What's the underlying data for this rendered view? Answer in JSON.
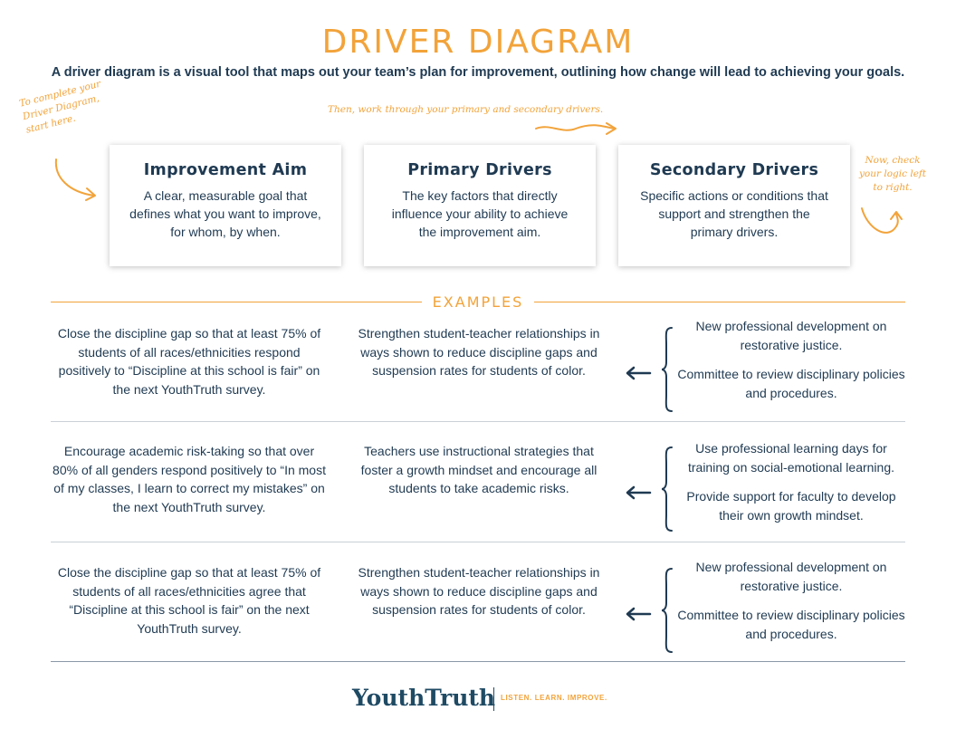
{
  "header": {
    "title": "DRIVER DIAGRAM",
    "subtitle": "A driver diagram is a visual tool that maps out your team’s plan for improvement, outlining how change will lead to achieving your goals."
  },
  "notes": {
    "left": "To complete your Driver Diagram, start here.",
    "top": "Then, work through your primary and secondary drivers.",
    "right": "Now, check your logic left to right."
  },
  "cards": [
    {
      "title": "Improvement Aim",
      "text": "A clear, measurable goal that defines what you want to improve, for whom, by when."
    },
    {
      "title": "Primary Drivers",
      "text": "The key factors that directly influence your ability to achieve the improvement aim."
    },
    {
      "title": "Secondary Drivers",
      "text": "Specific actions or conditions that support and strengthen the primary drivers."
    }
  ],
  "examples_label": "EXAMPLES",
  "examples": [
    {
      "aim": "Close the discipline gap so that at least 75% of students of all races/ethnicities respond positively to “Discipline at this school is fair” on the next YouthTruth survey.",
      "primary": "Strengthen student-teacher relationships in ways shown to reduce discipline gaps and suspension rates for students of color.",
      "secondary": [
        "New professional development on restorative justice.",
        "Committee to review disciplinary policies and procedures."
      ]
    },
    {
      "aim": "Encourage academic risk-taking so that over 80% of all genders respond positively to “In most of my classes, I learn to correct my mistakes” on the next YouthTruth survey.",
      "primary": "Teachers use instructional strategies that foster a growth mindset and encourage all students to take academic risks.",
      "secondary": [
        "Use professional learning days for training on social-emotional learning.",
        "Provide support for faculty to develop their own growth mindset."
      ]
    },
    {
      "aim": "Close the discipline gap so that at least 75% of students of all races/ethnicities agree that “Discipline at this school is fair” on the next YouthTruth survey.",
      "primary": "Strengthen student-teacher relationships in ways shown to reduce discipline gaps and suspension rates for students of color.",
      "secondary": [
        "New professional development on restorative justice.",
        "Committee to review disciplinary policies and procedures."
      ]
    }
  ],
  "footer": {
    "logo": "YouthTruth",
    "tagline": "LISTEN. LEARN. IMPROVE."
  },
  "colors": {
    "accent": "#f2a33a",
    "navy": "#1f3a52"
  }
}
